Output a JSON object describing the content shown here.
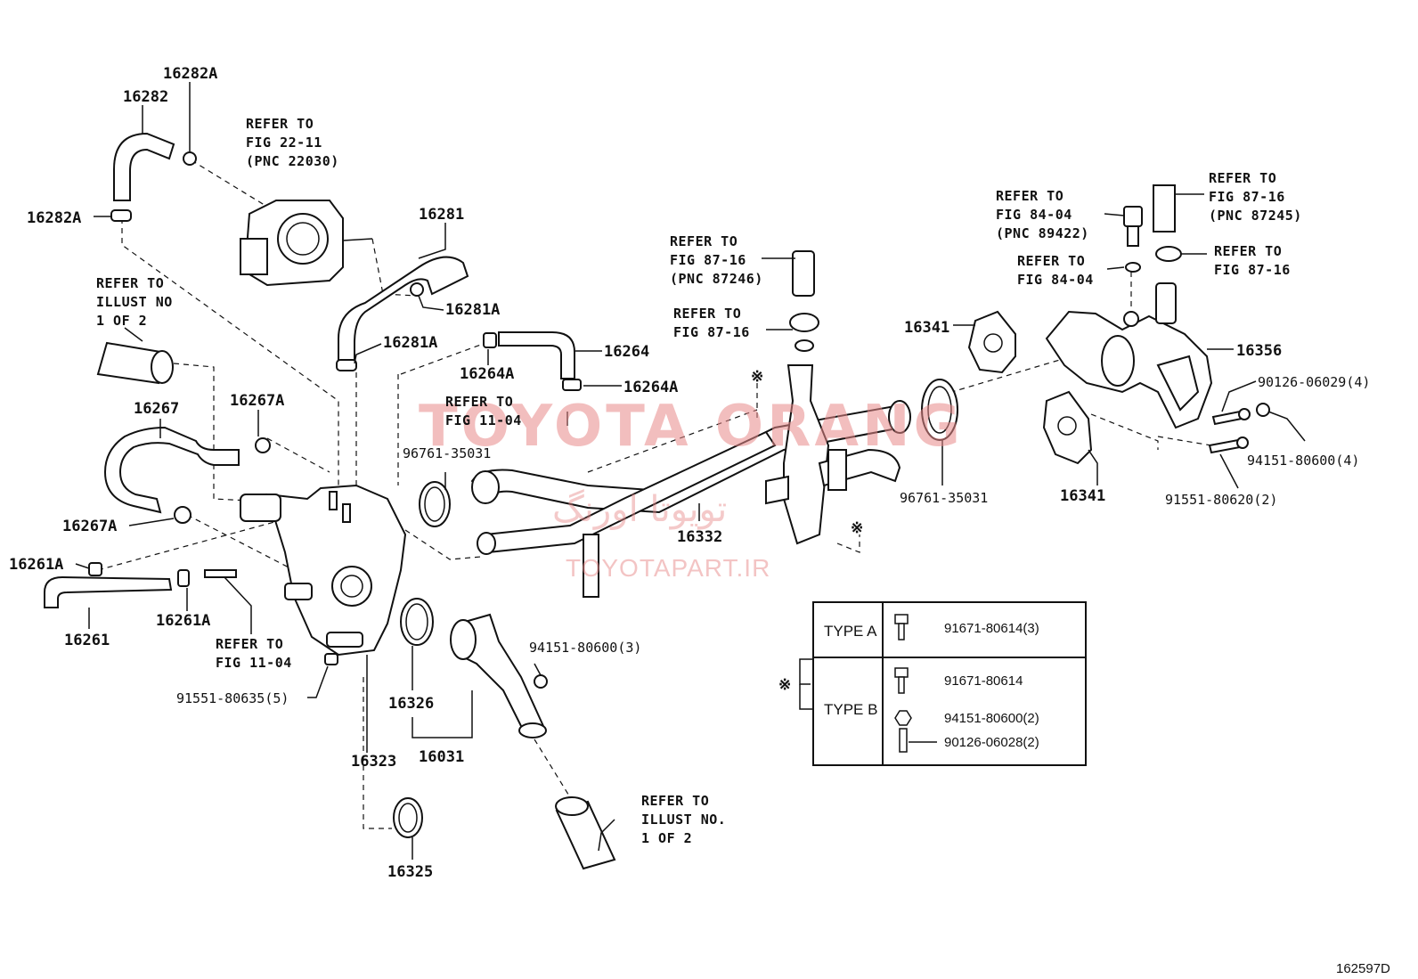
{
  "watermark": {
    "brand": "TOYOTA ORANG",
    "brand_fa": "تویوتا اورنگ",
    "site": "TOYOTAPART.IR"
  },
  "figure_code": "162597D",
  "labels": {
    "p16282A_top": "16282A",
    "p16282": "16282",
    "p16282A_left": "16282A",
    "p16281": "16281",
    "p16281A_a": "16281A",
    "p16281A_b": "16281A",
    "p16264": "16264",
    "p16264A_a": "16264A",
    "p16264A_b": "16264A",
    "p16267": "16267",
    "p16267A_a": "16267A",
    "p16267A_b": "16267A",
    "p16261A_a": "16261A",
    "p16261A_b": "16261A",
    "p16261": "16261",
    "p96761_a": "96761-35031",
    "p96761_b": "96761-35031",
    "p16332": "16332",
    "p16341_a": "16341",
    "p16341_b": "16341",
    "p16356": "16356",
    "p90126_06029": "90126-06029(4)",
    "p94151_4": "94151-80600(4)",
    "p91551_80620": "91551-80620(2)",
    "p94151_3": "94151-80600(3)",
    "p91551_80635": "91551-80635(5)",
    "p16326": "16326",
    "p16031": "16031",
    "p16323": "16323",
    "p16325": "16325"
  },
  "refs": {
    "throttle": [
      "REFER TO",
      "FIG 22-11",
      "(PNC 22030)"
    ],
    "illust_left": [
      "REFER TO",
      "ILLUST NO",
      "1 OF 2"
    ],
    "fig_11_04_a": [
      "REFER TO",
      "FIG 11-04"
    ],
    "fig_11_04_b": [
      "REFER TO",
      "FIG 11-04"
    ],
    "fig_87_16_pnc": [
      "REFER TO",
      "FIG 87-16",
      "(PNC 87246)"
    ],
    "fig_87_16_clamp": [
      "REFER TO",
      "FIG 87-16"
    ],
    "fig_84_04_pnc": [
      "REFER TO",
      "FIG 84-04",
      "(PNC 89422)"
    ],
    "fig_84_04": [
      "REFER TO",
      "FIG 84-04"
    ],
    "fig_87_16_pnc2": [
      "REFER TO",
      "FIG 87-16",
      "(PNC 87245)"
    ],
    "fig_87_16_right": [
      "REFER TO",
      "FIG 87-16"
    ],
    "illust_bottom": [
      "REFER TO",
      "ILLUST NO.",
      "1 OF 2"
    ]
  },
  "asterisk": "※",
  "type_table": {
    "rows": [
      {
        "type": "TYPE A",
        "parts": [
          "91671-80614(3)"
        ]
      },
      {
        "type": "TYPE B",
        "parts": [
          "91671-80614",
          "94151-80600(2)",
          "90126-06028(2)"
        ]
      }
    ]
  }
}
